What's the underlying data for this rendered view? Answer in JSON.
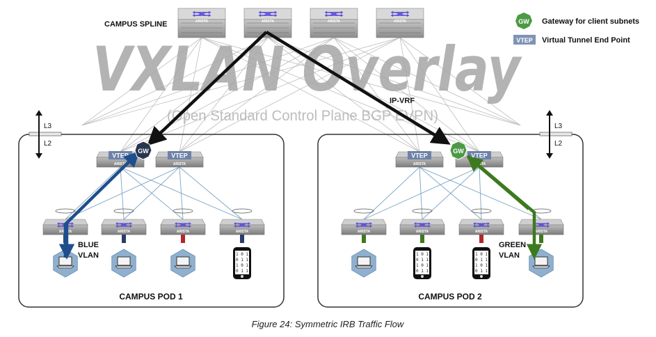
{
  "header": {
    "spine_label": "CAMPUS SPLINE"
  },
  "legend": {
    "gw_badge": "GW",
    "gw_text": "Gateway for client subnets",
    "vtep_badge": "VTEP",
    "vtep_text": "Virtual Tunnel End Point"
  },
  "watermark": {
    "title": "VXLAN Overlay",
    "subtitle": "(Open Standard Control Plane BGP EVPN)"
  },
  "labels": {
    "ip_vrf": "IP-VRF",
    "l3": "L3",
    "l2": "L2",
    "vtep": "VTEP",
    "gw": "GW",
    "vendor": "ARISTA"
  },
  "pods": [
    {
      "name": "CAMPUS POD 1",
      "vlan_line1": "BLUE",
      "vlan_line2": "VLAN"
    },
    {
      "name": "CAMPUS POD 2",
      "vlan_line1": "GREEN",
      "vlan_line2": "VLAN"
    }
  ],
  "caption": "Figure 24:  Symmetric IRB Traffic Flow",
  "colors": {
    "blue_flow": "#1f4e8c",
    "green_flow": "#3d7a1f",
    "switch_gray": "#8a8a8a",
    "gw_green": "#4c9a45",
    "gw_dark": "#27364f",
    "vtep_badge": "#7f93b5"
  }
}
